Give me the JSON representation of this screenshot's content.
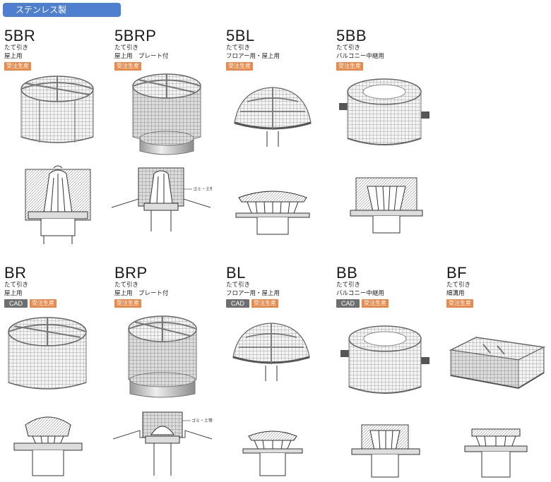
{
  "section": {
    "title": "ステンレス製"
  },
  "products_top": [
    {
      "code": "5BR",
      "type": "たて引き",
      "use": "屋上用",
      "badges": [
        "受注生産"
      ]
    },
    {
      "code": "5BRP",
      "type": "たて引き",
      "use": "屋上用　プレート付",
      "badges": [
        "受注生産"
      ]
    },
    {
      "code": "5BL",
      "type": "たて引き",
      "use": "フロアー用・屋上用",
      "badges": [
        "受注生産"
      ]
    },
    {
      "code": "5BB",
      "type": "たて引き",
      "use": "バルコニー中継用",
      "badges": [
        "受注生産"
      ]
    }
  ],
  "products_bottom": [
    {
      "code": "BR",
      "type": "たて引き",
      "use": "屋上用",
      "badges": [
        "CAD",
        "受注生産"
      ]
    },
    {
      "code": "BRP",
      "type": "たて引き",
      "use": "屋上用　プレート付",
      "badges": [
        "受注生産"
      ]
    },
    {
      "code": "BL",
      "type": "たて引き",
      "use": "フロアー用・屋上用",
      "badges": [
        "CAD",
        "受注生産"
      ]
    },
    {
      "code": "BB",
      "type": "たて引き",
      "use": "バルコニー中継用",
      "badges": [
        "CAD",
        "受注生産"
      ]
    },
    {
      "code": "BF",
      "type": "たて引き",
      "use": "細溝用",
      "badges": [
        "受注生産"
      ]
    }
  ],
  "drawing_notes": {
    "debris": "ゴミ・土等"
  },
  "colors": {
    "tab": "#4f7fcf",
    "order_badge": "#e9894a",
    "cad_badge": "#6e6e6e"
  }
}
